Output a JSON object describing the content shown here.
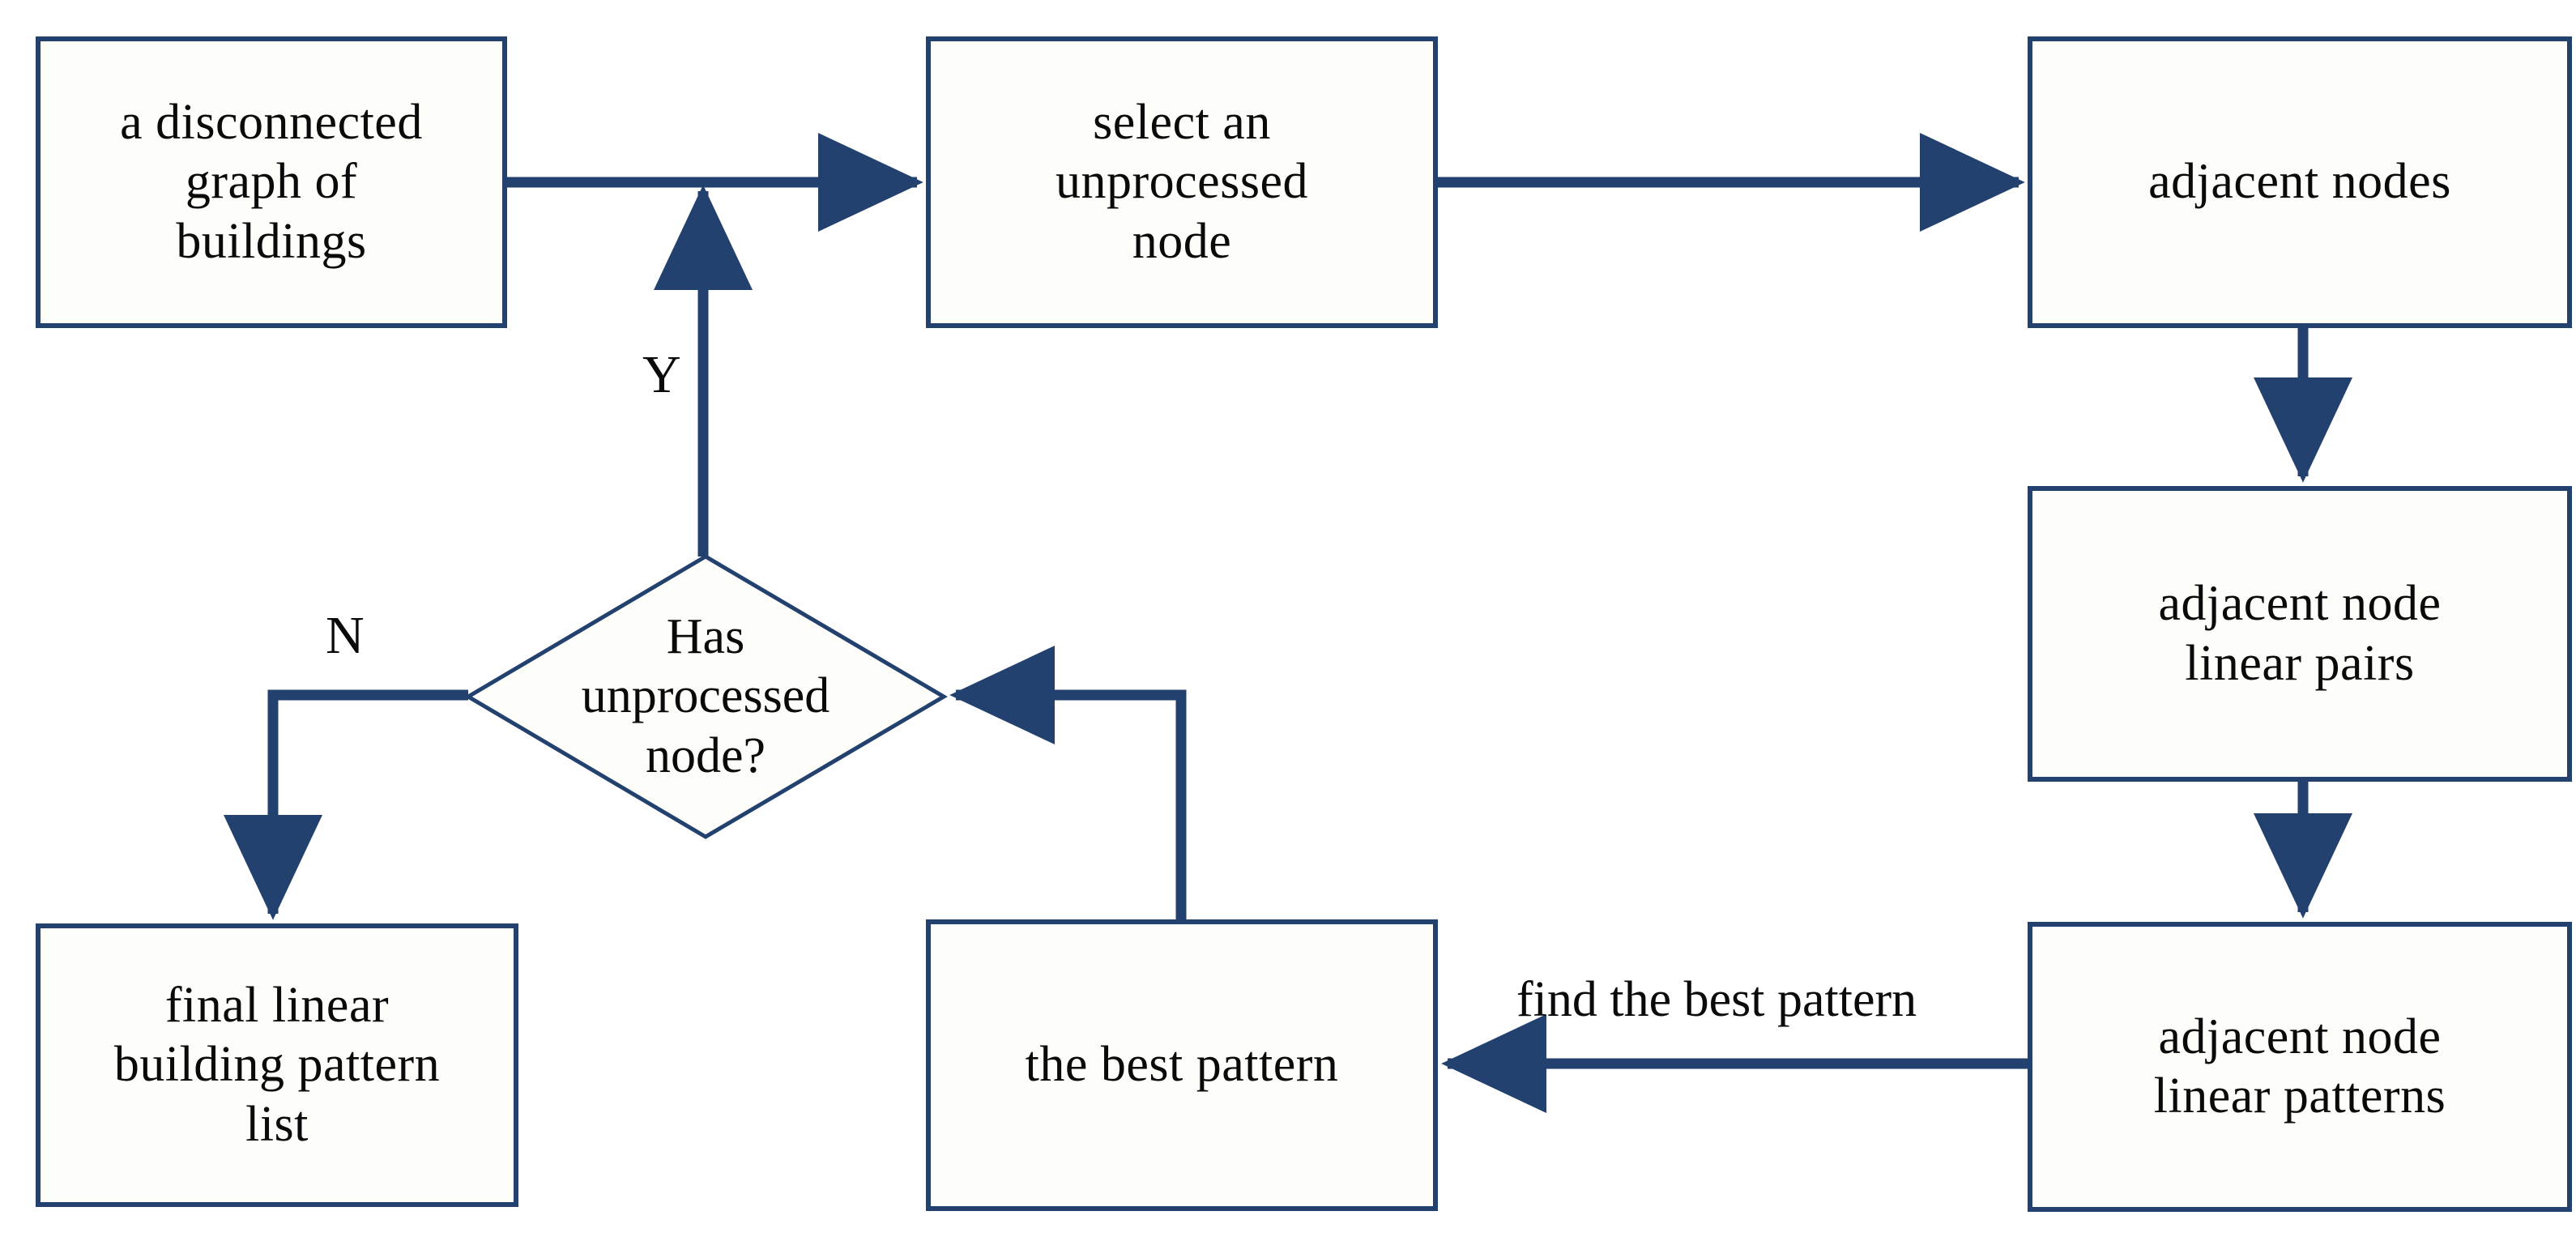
{
  "diagram": {
    "title": "linear building pattern recognition flowchart",
    "colors": {
      "stroke": "#23416e",
      "box_fill": "#fdfdfa",
      "text": "#0a0a0a",
      "background": "#ffffff"
    },
    "nodes": {
      "input_graph": {
        "id": "a-disconnected-graph-of-buildings",
        "shape": "rectangle",
        "lines": [
          "a disconnected",
          "graph of",
          "buildings"
        ],
        "text": "a disconnected graph of buildings"
      },
      "select_node": {
        "id": "select-an-unprocessed-node",
        "shape": "rectangle",
        "lines": [
          "select an",
          "unprocessed",
          "node"
        ],
        "text": "select an unprocessed node"
      },
      "adjacent_nodes": {
        "id": "adjacent-nodes",
        "shape": "rectangle",
        "lines": [
          "adjacent nodes"
        ],
        "text": "adjacent nodes"
      },
      "adjacent_pairs": {
        "id": "adjacent-node-linear-pairs",
        "shape": "rectangle",
        "lines": [
          "adjacent  node",
          "linear pairs"
        ],
        "text": "adjacent node linear pairs"
      },
      "adjacent_patterns": {
        "id": "adjacent-node-linear-patterns",
        "shape": "rectangle",
        "lines": [
          "adjacent  node",
          "linear patterns"
        ],
        "text": "adjacent node linear patterns"
      },
      "best_pattern": {
        "id": "the-best-pattern",
        "shape": "rectangle",
        "lines": [
          "the best pattern"
        ],
        "text": "the best pattern"
      },
      "decision": {
        "id": "has-unprocessed-node",
        "shape": "diamond",
        "lines": [
          "Has",
          "unprocessed",
          "node?"
        ],
        "text": "Has unprocessed node?"
      },
      "final_list": {
        "id": "final-linear-building-pattern-list",
        "shape": "rectangle",
        "lines": [
          "final linear",
          "building pattern",
          "list"
        ],
        "text": "final linear building pattern list"
      }
    },
    "edge_labels": {
      "yes": "Y",
      "no": "N",
      "find_best": "find the best pattern"
    },
    "edges": [
      {
        "from": "a-disconnected-graph-of-buildings",
        "to": "select-an-unprocessed-node",
        "label": ""
      },
      {
        "from": "select-an-unprocessed-node",
        "to": "adjacent-nodes",
        "label": ""
      },
      {
        "from": "adjacent-nodes",
        "to": "adjacent-node-linear-pairs",
        "label": ""
      },
      {
        "from": "adjacent-node-linear-pairs",
        "to": "adjacent-node-linear-patterns",
        "label": ""
      },
      {
        "from": "adjacent-node-linear-patterns",
        "to": "the-best-pattern",
        "label": "find the best pattern"
      },
      {
        "from": "the-best-pattern",
        "to": "has-unprocessed-node",
        "label": ""
      },
      {
        "from": "has-unprocessed-node",
        "to": "select-an-unprocessed-node",
        "label": "Y"
      },
      {
        "from": "has-unprocessed-node",
        "to": "final-linear-building-pattern-list",
        "label": "N"
      }
    ]
  }
}
